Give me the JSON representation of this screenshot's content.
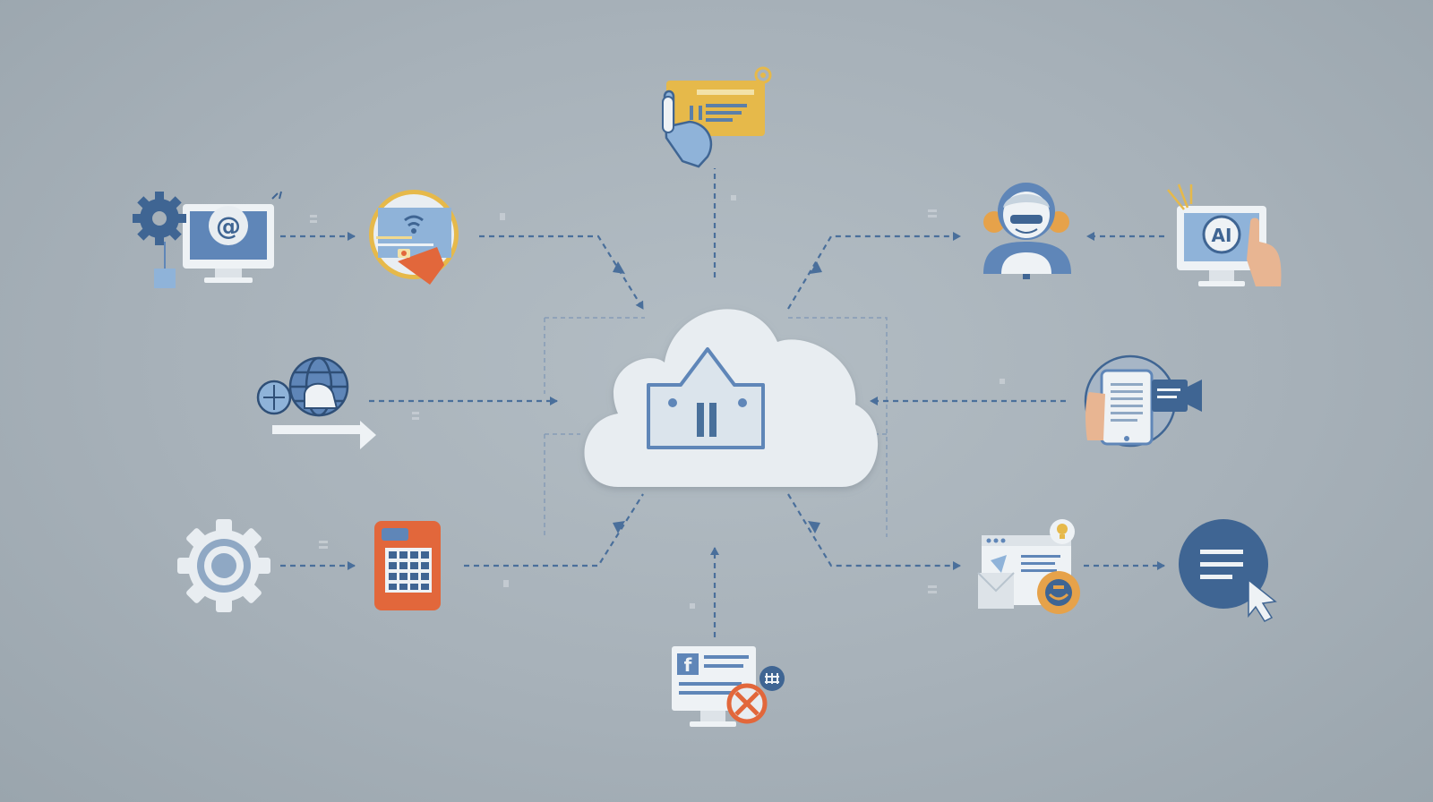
{
  "diagram": {
    "hub": {
      "icon": "cloud-house-icon"
    },
    "nodes": [
      {
        "id": "top-form",
        "icon": "form-pointer-icon"
      },
      {
        "id": "email-computer",
        "icon": "email-computer-gear-icon"
      },
      {
        "id": "wifi-badge",
        "icon": "wifi-badge-icon"
      },
      {
        "id": "global-network",
        "icon": "global-network-icon"
      },
      {
        "id": "settings-gear",
        "icon": "gear-icon"
      },
      {
        "id": "calculator",
        "icon": "calculator-icon"
      },
      {
        "id": "social-desktop",
        "icon": "social-desktop-icon"
      },
      {
        "id": "user-avatar",
        "icon": "user-avatar-icon"
      },
      {
        "id": "touch-monitor",
        "icon": "touch-monitor-icon"
      },
      {
        "id": "mobile-video",
        "icon": "mobile-video-icon"
      },
      {
        "id": "browser-window",
        "icon": "browser-window-icon"
      },
      {
        "id": "menu-chat",
        "icon": "menu-cursor-icon"
      }
    ],
    "colors": {
      "background": "#a7b1b9",
      "connector": "#4a6f9b",
      "accent_blue": "#4a73a8",
      "accent_yellow": "#e6b94a",
      "accent_orange": "#e2673b",
      "light": "#e8edf1"
    }
  }
}
